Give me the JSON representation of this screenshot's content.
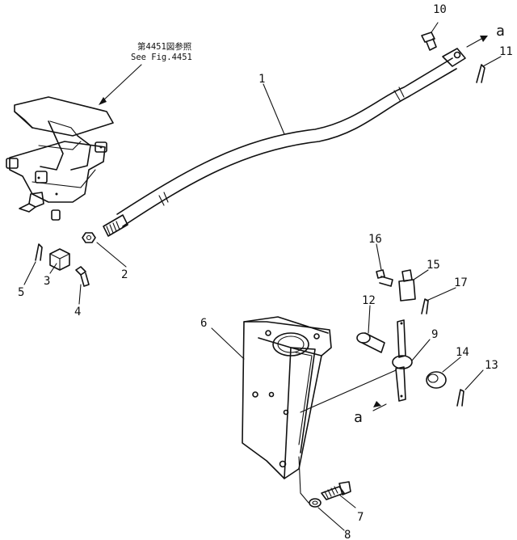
{
  "figure": {
    "reference_note": {
      "japanese": "第4451図参照",
      "english": "See Fig.4451"
    },
    "callouts": [
      {
        "id": "1",
        "part": "rod"
      },
      {
        "id": "2",
        "part": "nut"
      },
      {
        "id": "3",
        "part": "yoke"
      },
      {
        "id": "4",
        "part": "pin"
      },
      {
        "id": "5",
        "part": "cotter-pin"
      },
      {
        "id": "6",
        "part": "bracket"
      },
      {
        "id": "7",
        "part": "bolt"
      },
      {
        "id": "8",
        "part": "washer"
      },
      {
        "id": "9",
        "part": "lever"
      },
      {
        "id": "10",
        "part": "pin"
      },
      {
        "id": "11",
        "part": "cotter-pin"
      },
      {
        "id": "12",
        "part": "pin"
      },
      {
        "id": "13",
        "part": "cotter-pin"
      },
      {
        "id": "14",
        "part": "bushing"
      },
      {
        "id": "15",
        "part": "yoke"
      },
      {
        "id": "16",
        "part": "pin"
      },
      {
        "id": "17",
        "part": "cotter-pin"
      }
    ],
    "connection_marker": "a"
  }
}
